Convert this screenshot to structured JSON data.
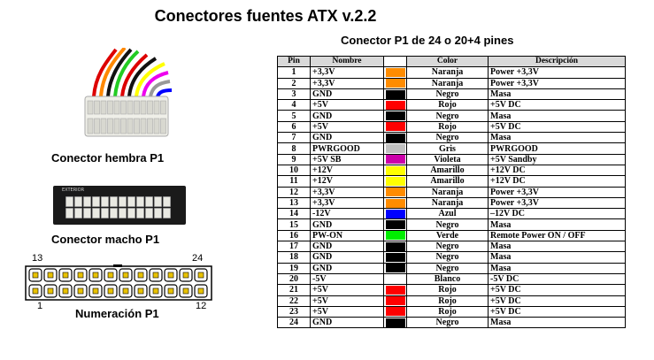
{
  "main_title": "Conectores fuentes ATX v.2.2",
  "table_title": "Conector P1 de 24 o 20+4 pines",
  "captions": {
    "female": "Conector hembra P1",
    "male": "Conector macho P1",
    "numbering": "Numeración P1"
  },
  "male_tag": "EXTERIOR",
  "pin_labels": {
    "top_left": "13",
    "top_right": "24",
    "bottom_left": "1",
    "bottom_right": "12"
  },
  "table": {
    "headers": {
      "pin": "Pin",
      "name": "Nombre",
      "color": "Color",
      "desc": "Descripción"
    },
    "rows": [
      {
        "pin": "1",
        "name": "+3,3V",
        "hex": "#ff8c00",
        "color": "Naranja",
        "desc": "Power +3,3V"
      },
      {
        "pin": "2",
        "name": "+3,3V",
        "hex": "#ff8c00",
        "color": "Naranja",
        "desc": "Power +3,3V"
      },
      {
        "pin": "3",
        "name": "GND",
        "hex": "#000000",
        "color": "Negro",
        "desc": "Masa"
      },
      {
        "pin": "4",
        "name": "+5V",
        "hex": "#ff0000",
        "color": "Rojo",
        "desc": "+5V DC"
      },
      {
        "pin": "5",
        "name": "GND",
        "hex": "#000000",
        "color": "Negro",
        "desc": "Masa"
      },
      {
        "pin": "6",
        "name": "+5V",
        "hex": "#ff0000",
        "color": "Rojo",
        "desc": "+5V DC"
      },
      {
        "pin": "7",
        "name": "GND",
        "hex": "#000000",
        "color": "Negro",
        "desc": "Masa"
      },
      {
        "pin": "8",
        "name": "PWRGOOD",
        "hex": "#c0c0c0",
        "color": "Gris",
        "desc": "PWRGOOD"
      },
      {
        "pin": "9",
        "name": "+5V SB",
        "hex": "#cc00aa",
        "color": "Violeta",
        "desc": "+5V Sandby"
      },
      {
        "pin": "10",
        "name": "+12V",
        "hex": "#ffff00",
        "color": "Amarillo",
        "desc": "+12V DC"
      },
      {
        "pin": "11",
        "name": "+12V",
        "hex": "#ffff00",
        "color": "Amarillo",
        "desc": "+12V DC"
      },
      {
        "pin": "12",
        "name": "+3,3V",
        "hex": "#ff8c00",
        "color": "Naranja",
        "desc": "Power +3,3V"
      },
      {
        "pin": "13",
        "name": "+3,3V",
        "hex": "#ff8c00",
        "color": "Naranja",
        "desc": "Power +3,3V"
      },
      {
        "pin": "14",
        "name": "-12V",
        "hex": "#0000ff",
        "color": "Azul",
        "desc": "–12V DC"
      },
      {
        "pin": "15",
        "name": "GND",
        "hex": "#000000",
        "color": "Negro",
        "desc": "Masa"
      },
      {
        "pin": "16",
        "name": "PW-ON",
        "hex": "#00ee00",
        "color": "Verde",
        "desc": "Remote Power ON / OFF"
      },
      {
        "pin": "17",
        "name": "GND",
        "hex": "#000000",
        "color": "Negro",
        "desc": "Masa"
      },
      {
        "pin": "18",
        "name": "GND",
        "hex": "#000000",
        "color": "Negro",
        "desc": "Masa"
      },
      {
        "pin": "19",
        "name": "GND",
        "hex": "#000000",
        "color": "Negro",
        "desc": "Masa"
      },
      {
        "pin": "20",
        "name": "-5V",
        "hex": "#ffffff",
        "color": "Blanco",
        "desc": "-5V DC"
      },
      {
        "pin": "21",
        "name": "+5V",
        "hex": "#ff0000",
        "color": "Rojo",
        "desc": "+5V DC"
      },
      {
        "pin": "22",
        "name": "+5V",
        "hex": "#ff0000",
        "color": "Rojo",
        "desc": "+5V DC"
      },
      {
        "pin": "23",
        "name": "+5V",
        "hex": "#ff0000",
        "color": "Rojo",
        "desc": "+5V DC"
      },
      {
        "pin": "24",
        "name": "GND",
        "hex": "#000000",
        "color": "Negro",
        "desc": "Masa"
      }
    ]
  }
}
